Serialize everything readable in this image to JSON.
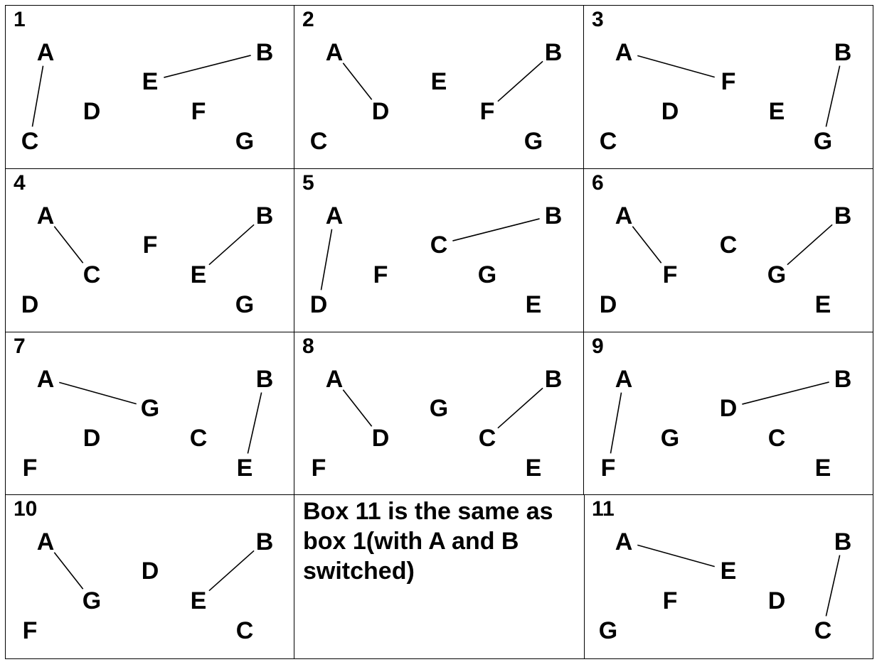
{
  "boxes": [
    {
      "number": "1",
      "letters": {
        "A": "A",
        "B": "B",
        "C": "C",
        "D": "D",
        "E": "E",
        "F": "F",
        "G": "G"
      },
      "connections": [
        [
          "A",
          "C"
        ],
        [
          "E",
          "B"
        ]
      ]
    },
    {
      "number": "2",
      "letters": {
        "A": "A",
        "B": "B",
        "C": "C",
        "D": "D",
        "E": "E",
        "F": "F",
        "G": "G"
      },
      "connections": [
        [
          "A",
          "D"
        ],
        [
          "F",
          "B"
        ]
      ]
    },
    {
      "number": "3",
      "letters": {
        "A": "A",
        "B": "B",
        "C": "C",
        "D": "D",
        "E": "F",
        "F": "E",
        "G": "G"
      },
      "connections": [
        [
          "A",
          "F"
        ],
        [
          "B",
          "G"
        ]
      ]
    },
    {
      "number": "4",
      "letters": {
        "A": "A",
        "B": "B",
        "C": "D",
        "D": "C",
        "E": "F",
        "F": "E",
        "G": "G"
      },
      "connections": [
        [
          "A",
          "C"
        ],
        [
          "E",
          "B"
        ]
      ]
    },
    {
      "number": "5",
      "letters": {
        "A": "A",
        "B": "B",
        "C": "D",
        "D": "F",
        "E": "C",
        "F": "G",
        "G": "E"
      },
      "connections": [
        [
          "A",
          "D"
        ],
        [
          "C",
          "B"
        ]
      ]
    },
    {
      "number": "6",
      "letters": {
        "A": "A",
        "B": "B",
        "C": "D",
        "D": "F",
        "E": "C",
        "F": "G",
        "G": "E"
      },
      "connections": [
        [
          "A",
          "F"
        ],
        [
          "G",
          "B"
        ]
      ]
    },
    {
      "number": "7",
      "letters": {
        "A": "A",
        "B": "B",
        "C": "F",
        "D": "D",
        "E": "G",
        "F": "C",
        "G": "E"
      },
      "connections": [
        [
          "A",
          "G"
        ],
        [
          "B",
          "E"
        ]
      ]
    },
    {
      "number": "8",
      "letters": {
        "A": "A",
        "B": "B",
        "C": "F",
        "D": "D",
        "E": "G",
        "F": "C",
        "G": "E"
      },
      "connections": [
        [
          "A",
          "D"
        ],
        [
          "C",
          "B"
        ]
      ]
    },
    {
      "number": "9",
      "letters": {
        "A": "A",
        "B": "B",
        "C": "F",
        "D": "G",
        "E": "D",
        "F": "C",
        "G": "E"
      },
      "connections": [
        [
          "A",
          "F"
        ],
        [
          "D",
          "B"
        ]
      ]
    },
    {
      "number": "10",
      "letters": {
        "A": "A",
        "B": "B",
        "C": "F",
        "D": "G",
        "E": "D",
        "F": "E",
        "G": "C"
      },
      "connections": [
        [
          "A",
          "G"
        ],
        [
          "E",
          "B"
        ]
      ]
    },
    {
      "number": "11",
      "letters": {
        "A": "A",
        "B": "B",
        "C": "G",
        "D": "F",
        "E": "E",
        "F": "D",
        "G": "C"
      },
      "connections": [
        [
          "A",
          "E"
        ],
        [
          "B",
          "C"
        ]
      ]
    }
  ],
  "note": "Box 11 is the same as box 1(with A and B switched)"
}
